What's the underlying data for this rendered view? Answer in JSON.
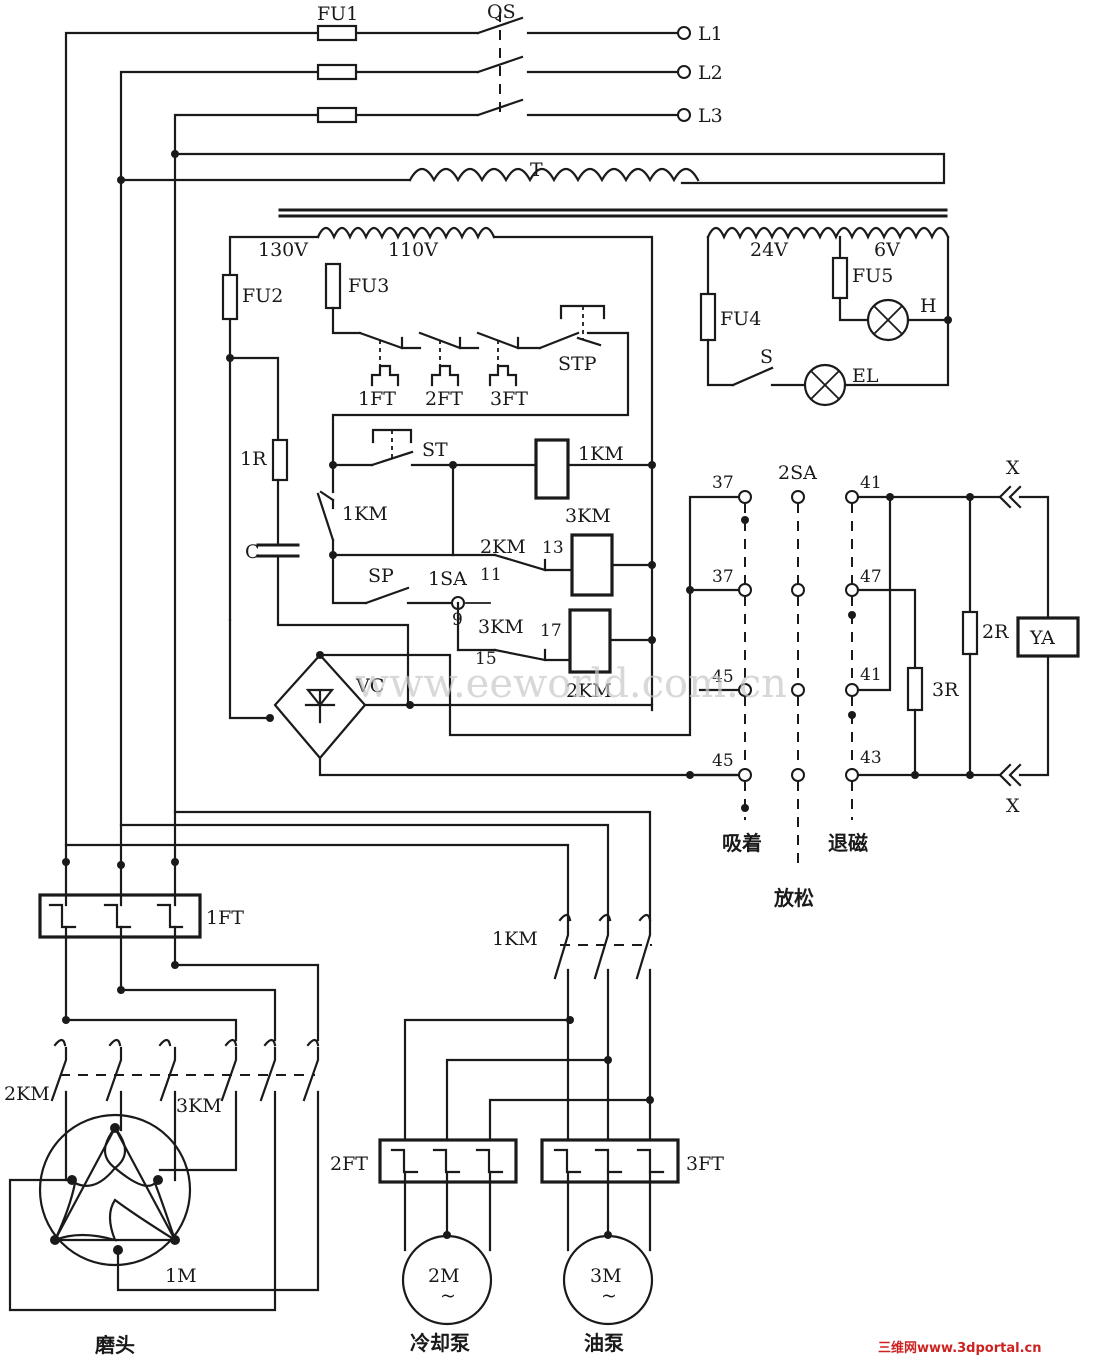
{
  "labels": {
    "fu1": "FU1",
    "qs": "QS",
    "l1": "L1",
    "l2": "L2",
    "l3": "L3",
    "t": "T",
    "v130": "130V",
    "v110": "110V",
    "v24": "24V",
    "v6": "6V",
    "fu2": "FU2",
    "fu3": "FU3",
    "fu4": "FU4",
    "fu5": "FU5",
    "h": "H",
    "s": "S",
    "el": "EL",
    "ft1": "1FT",
    "ft2": "2FT",
    "ft3": "3FT",
    "stp": "STP",
    "st": "ST",
    "km1": "1KM",
    "km1_contact": "1KM",
    "r1": "1R",
    "c": "C",
    "km3_coil": "3KM",
    "km2_nc": "2KM",
    "n13": "13",
    "n11": "11",
    "sp": "SP",
    "sa1": "1SA",
    "n9": "9",
    "km3_nc": "3KM",
    "n17": "17",
    "n15": "15",
    "km2_coil": "2KM",
    "vc": "VC",
    "t37a": "37",
    "t37b": "37",
    "t45a": "45",
    "t45b": "45",
    "sa2": "2SA",
    "t41a": "41",
    "t47": "47",
    "t41b": "41",
    "t43": "43",
    "r2": "2R",
    "r3": "3R",
    "ya": "YA",
    "xa": "X",
    "xb": "X",
    "pos_attract": "吸着",
    "pos_release": "放松",
    "pos_demag": "退磁",
    "ft1_main": "1FT",
    "km1_main": "1KM",
    "km2_main": "2KM",
    "km3_main": "3KM",
    "m1": "1M",
    "ft2_main": "2FT",
    "ft3_main": "3FT",
    "m2": "2M",
    "m3": "3M",
    "tilde2": "~",
    "tilde3": "~",
    "grinder": "磨头",
    "coolant_pump": "冷却泵",
    "oil_pump": "油泵"
  },
  "watermark": "www.eeworld.com.cn",
  "corner_mark": "三维网www.3dportal.cn"
}
